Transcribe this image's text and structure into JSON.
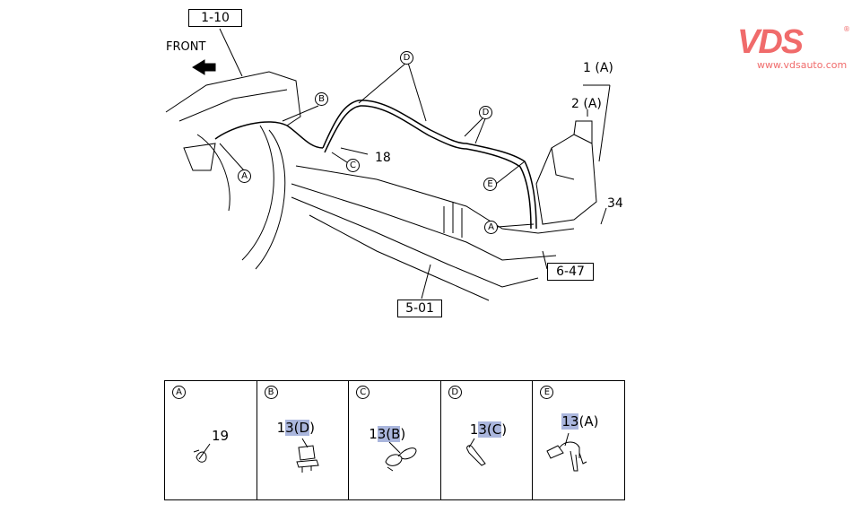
{
  "logo": {
    "brand": "VDS",
    "url": "www.vdsauto.com",
    "registered": "®"
  },
  "diagram": {
    "front_label": "FRONT",
    "ref_boxes": [
      "1-10",
      "6-47",
      "5-01"
    ],
    "callouts": {
      "c1": "1 (A)",
      "c2": "2 (A)",
      "c18": "18",
      "c34": "34"
    },
    "circle_labels": {
      "a1": "A",
      "a2": "A",
      "b": "B",
      "c": "C",
      "d1": "D",
      "d2": "D",
      "e": "E"
    }
  },
  "legend": [
    {
      "key": "A",
      "part_pre": "",
      "part_hl": "",
      "part_post": "19"
    },
    {
      "key": "B",
      "part_pre": "1",
      "part_hl": "3(D",
      "part_post": ")"
    },
    {
      "key": "C",
      "part_pre": "1",
      "part_hl": "3(B",
      "part_post": ")"
    },
    {
      "key": "D",
      "part_pre": "1",
      "part_hl": "3(C",
      "part_post": ")"
    },
    {
      "key": "E",
      "part_pre": "",
      "part_hl": "13",
      "part_post": "(A)"
    }
  ]
}
